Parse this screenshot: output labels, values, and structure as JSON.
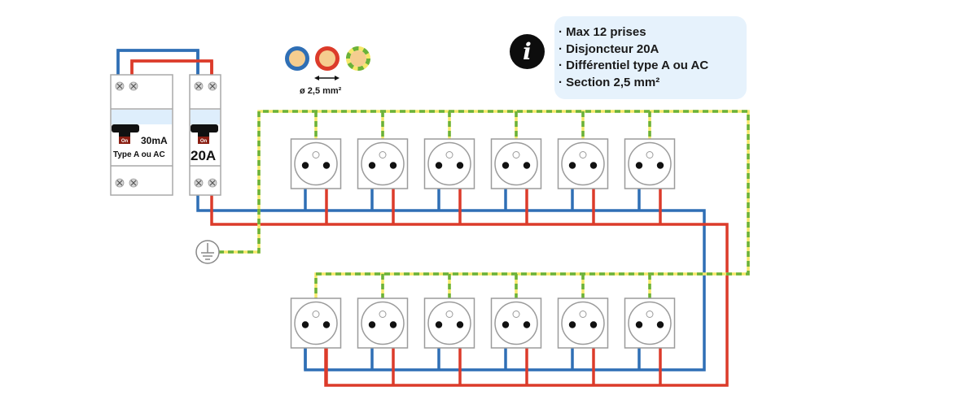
{
  "info": {
    "icon": "info-icon",
    "items": [
      "Max 12 prises",
      "Disjoncteur 20A",
      "Différentiel type A ou AC",
      "Section 2,5 mm²"
    ]
  },
  "wires": {
    "section_label": "ø 2,5 mm²",
    "types": [
      {
        "name": "neutral",
        "color": "#2f6fb5"
      },
      {
        "name": "phase",
        "color": "#dc3b2a"
      },
      {
        "name": "earth",
        "color": "#6ab23a",
        "secondary_color": "#f6e86a"
      }
    ],
    "core_color": "#f5cd8f"
  },
  "rcd": {
    "rating": "30mA",
    "type": "Type A ou AC",
    "switch_label": "On"
  },
  "breaker": {
    "rating": "20A",
    "switch_label": "On"
  },
  "earth_symbol": "ground-icon",
  "outlets": {
    "upper_row_count": 6,
    "lower_row_count": 6
  },
  "colors": {
    "neutral": "#2f6fb5",
    "phase": "#dc3b2a",
    "earth_green": "#6ab23a",
    "earth_yellow": "#f6e86a",
    "info_bg": "#e6f2fc",
    "module_border": "#a8a8a8",
    "module_window": "#deeefc"
  }
}
